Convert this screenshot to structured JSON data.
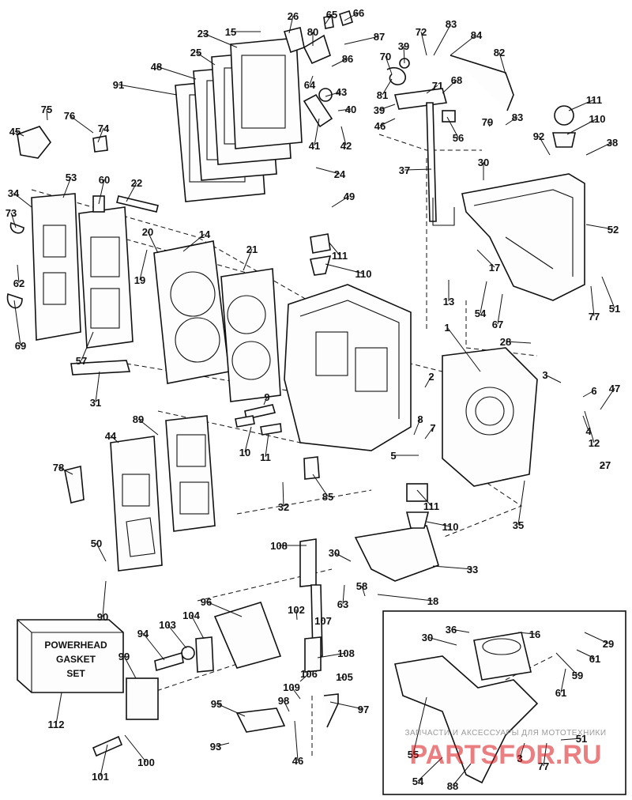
{
  "kit_box": {
    "line1": "POWERHEAD",
    "line2": "GASKET",
    "line3": "SET"
  },
  "watermark": {
    "caption": "ЗАПЧАСТИ И АКСЕССУАРЫ ДЛЯ МОТОТЕХНИКИ",
    "logo": "PARTSFOR.RU"
  },
  "callouts": [
    "23",
    "15",
    "26",
    "65",
    "66",
    "25",
    "80",
    "87",
    "48",
    "91",
    "86",
    "64",
    "43",
    "40",
    "41",
    "42",
    "72",
    "83",
    "84",
    "39",
    "70",
    "82",
    "81",
    "71",
    "68",
    "111",
    "110",
    "46",
    "56",
    "79",
    "92",
    "37",
    "38",
    "75",
    "76",
    "74",
    "45",
    "53",
    "60",
    "22",
    "34",
    "73",
    "20",
    "19",
    "62",
    "69",
    "57",
    "31",
    "14",
    "21",
    "24",
    "49",
    "111",
    "110",
    "52",
    "17",
    "30",
    "13",
    "54",
    "67",
    "51",
    "77",
    "28",
    "1",
    "2",
    "3",
    "6",
    "47",
    "12",
    "4",
    "8",
    "7",
    "5",
    "27",
    "35",
    "44",
    "89",
    "9",
    "10",
    "11",
    "78",
    "50",
    "90",
    "85",
    "32",
    "111",
    "110",
    "33",
    "108",
    "30",
    "63",
    "58",
    "18",
    "96",
    "102",
    "107",
    "94",
    "103",
    "104",
    "99",
    "112",
    "108",
    "106",
    "105",
    "109",
    "98",
    "95",
    "97",
    "93",
    "46",
    "101",
    "100",
    "36",
    "16",
    "29",
    "30",
    "61",
    "59",
    "61",
    "55",
    "51",
    "54",
    "88",
    "3",
    "77",
    "39",
    "83"
  ]
}
